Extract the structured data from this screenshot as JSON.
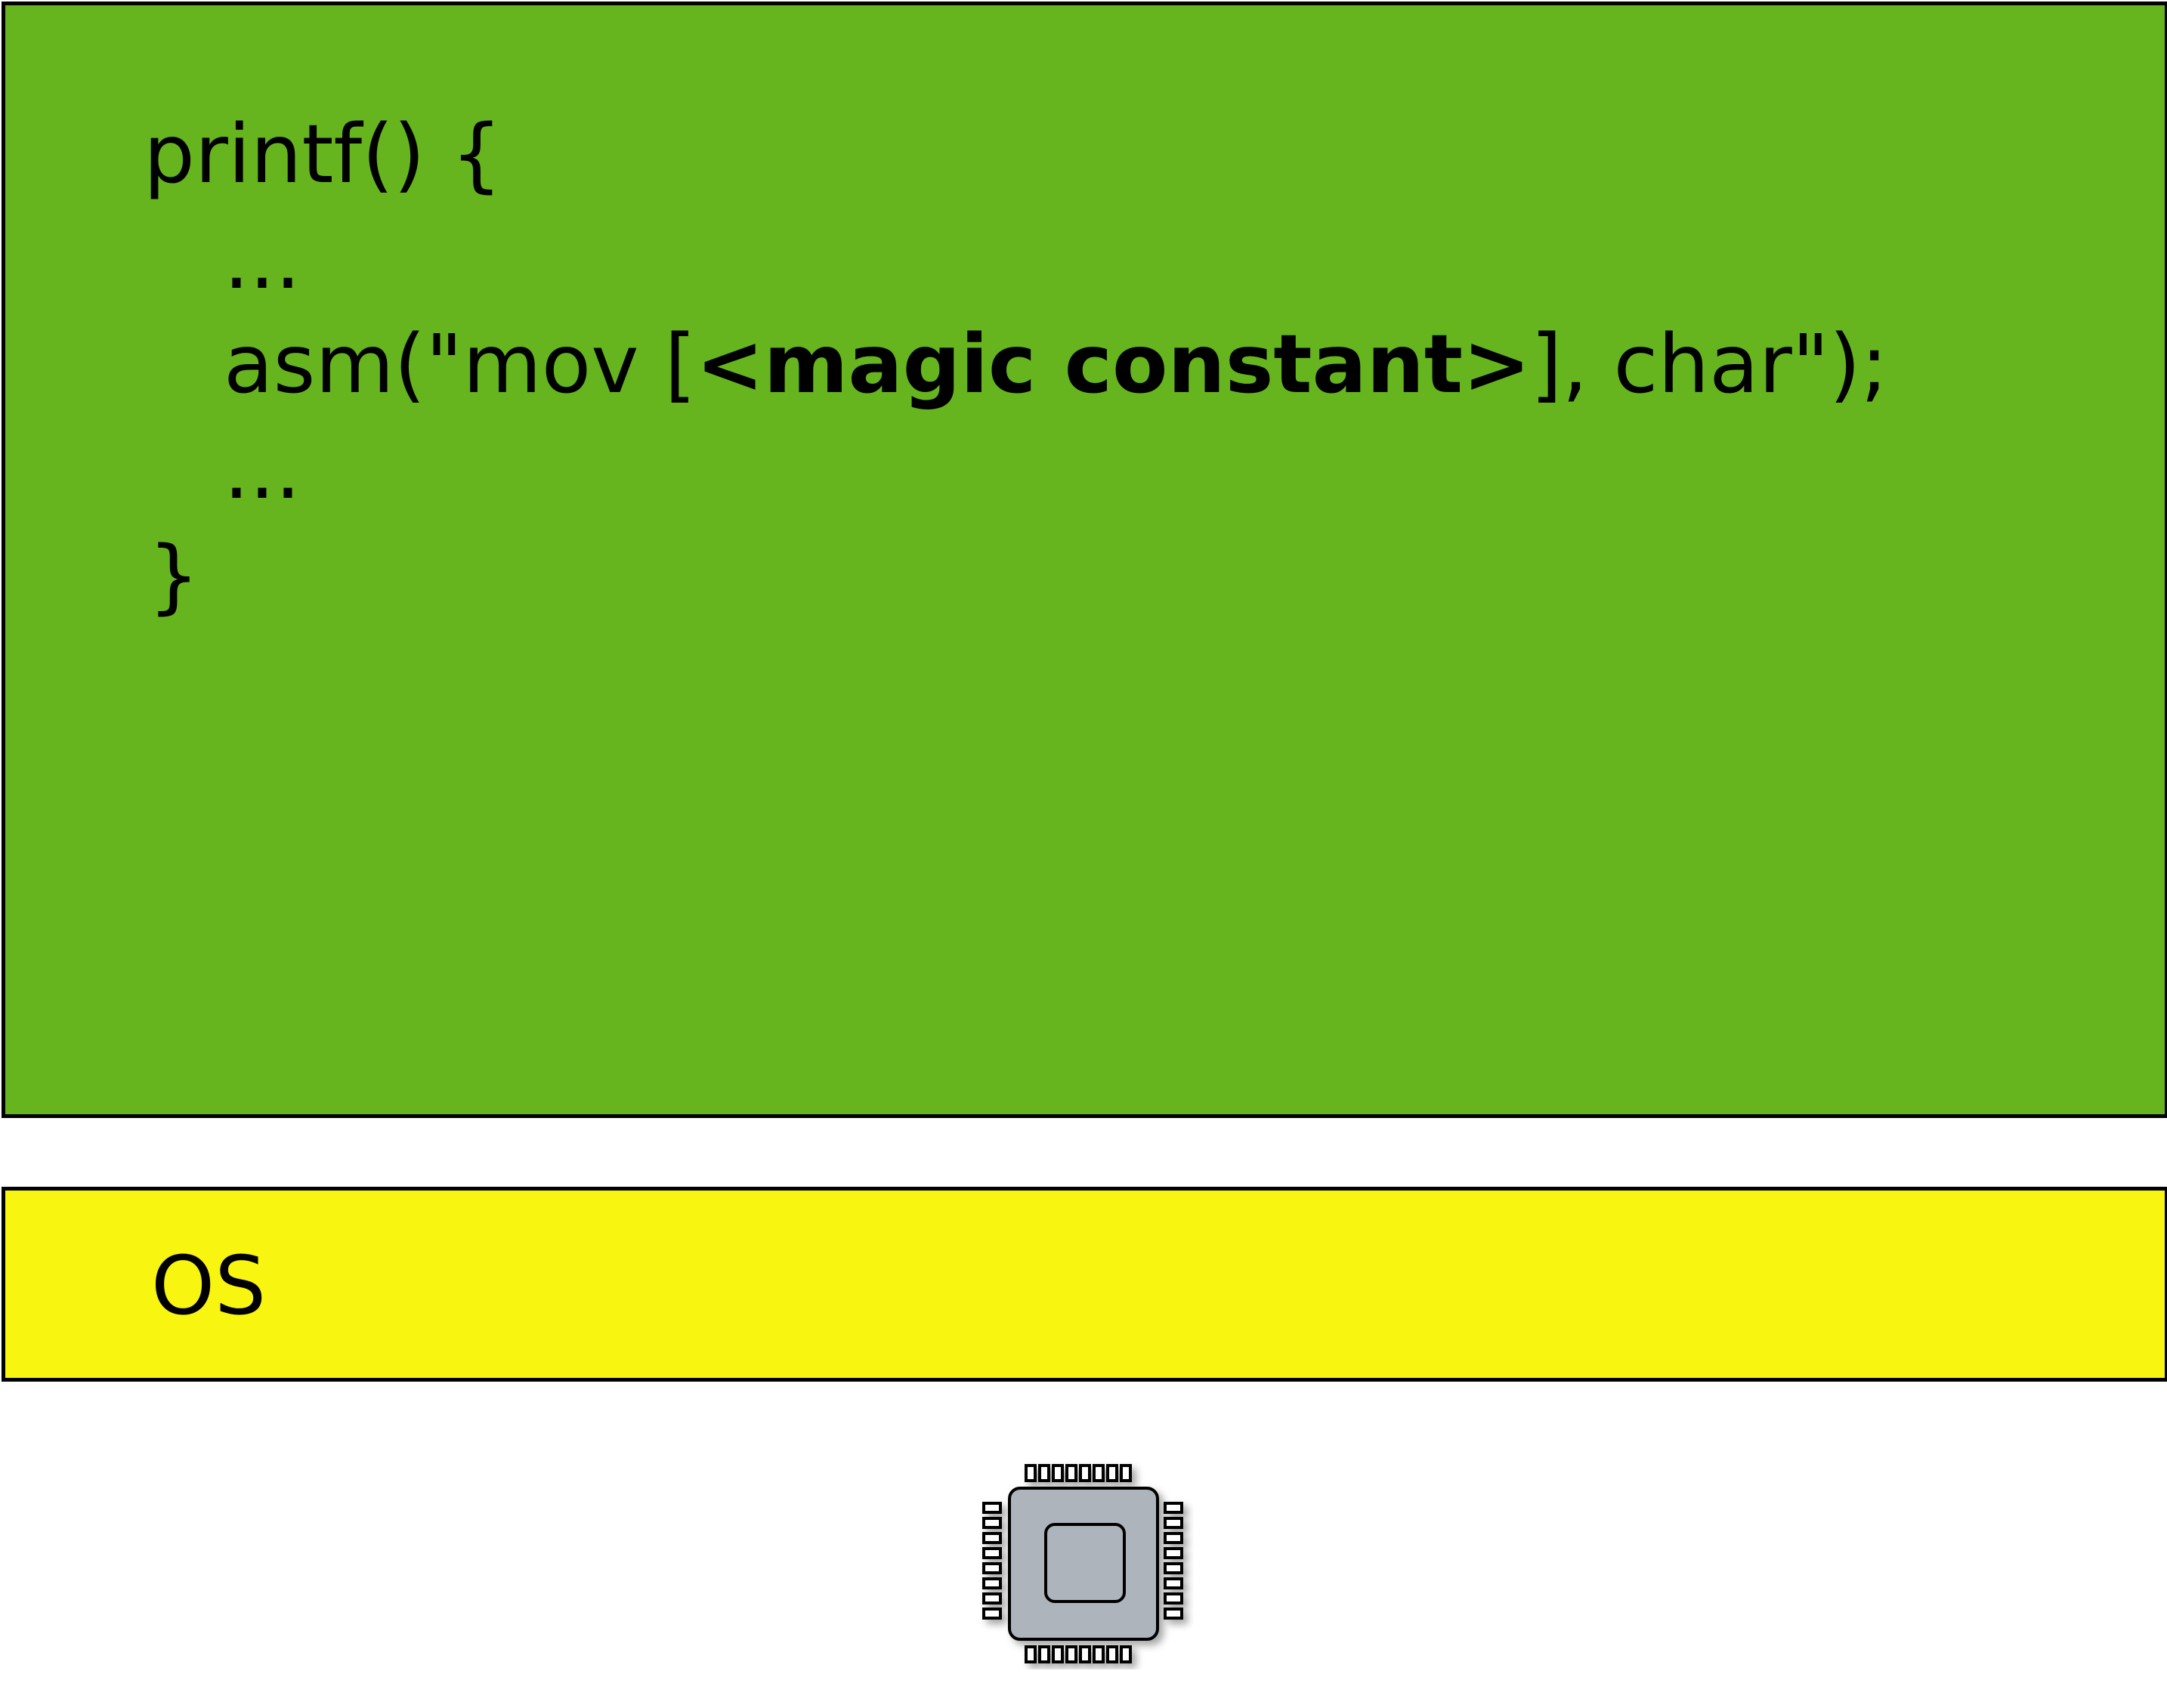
{
  "colors": {
    "program_box": "#66b41e",
    "os_box": "#f8f510",
    "chip_fill": "#adb4bc",
    "outline": "#000000"
  },
  "program": {
    "lines": [
      {
        "text": "printf() {"
      },
      {
        "text": "..."
      },
      {
        "pre": "asm(\"mov [",
        "bold": "<magic constant>",
        "post": "], char\");"
      },
      {
        "text": "..."
      },
      {
        "text": "}"
      }
    ]
  },
  "os": {
    "label": "OS"
  },
  "hardware": {
    "icon": "cpu-chip-icon"
  }
}
